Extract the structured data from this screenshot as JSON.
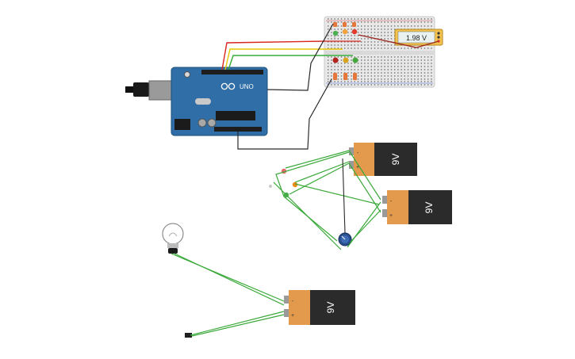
{
  "arduino": {
    "model": "UNO"
  },
  "multimeter": {
    "reading": "1.98 V"
  },
  "batteries": [
    {
      "label": "9V",
      "plus": "+",
      "minus": "-"
    },
    {
      "label": "9V",
      "plus": "+",
      "minus": "-"
    },
    {
      "label": "9V",
      "plus": "+",
      "minus": "-"
    }
  ],
  "colors": {
    "wire_red": "#d7261e",
    "wire_yellow": "#e5c700",
    "wire_green": "#3aa93a",
    "wire_black": "#2a2a2a",
    "arduino_blue": "#2f6ea6",
    "battery_orange": "#e39a4c",
    "battery_black": "#2b2b2b"
  }
}
